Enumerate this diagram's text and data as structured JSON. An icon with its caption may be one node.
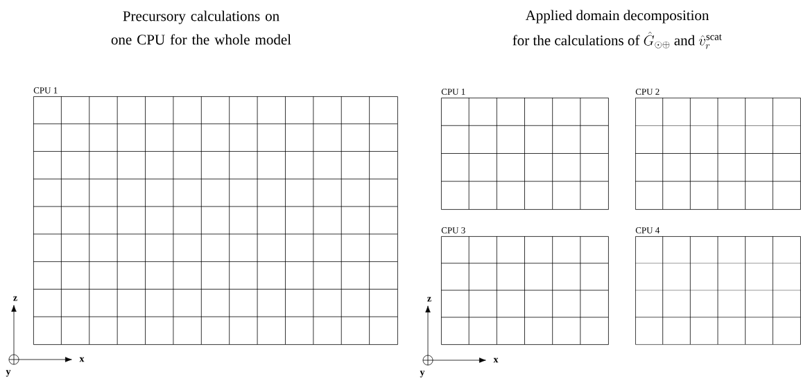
{
  "diagram": {
    "nodes": [
      {
        "text": [
          "CPU 1"
        ]
      },
      {
        "text": [
          "CPU 1"
        ]
      },
      {
        "text": [
          "CPU 2"
        ]
      },
      {
        "text": [
          "CPU 3"
        ]
      },
      {
        "text": [
          "CPU 4"
        ]
      }
    ],
    "labels": [
      "Precursory calculations on one CPU for the whole model",
      "Applied domain decomposition",
      "for the calculations of",
      "\\hat{G}_{\\odot\\oplus}",
      "and",
      "\\hat{v}_r^{\\mathrm{scat}}",
      "z",
      "x",
      "y",
      "z",
      "x",
      "y"
    ]
  }
}
